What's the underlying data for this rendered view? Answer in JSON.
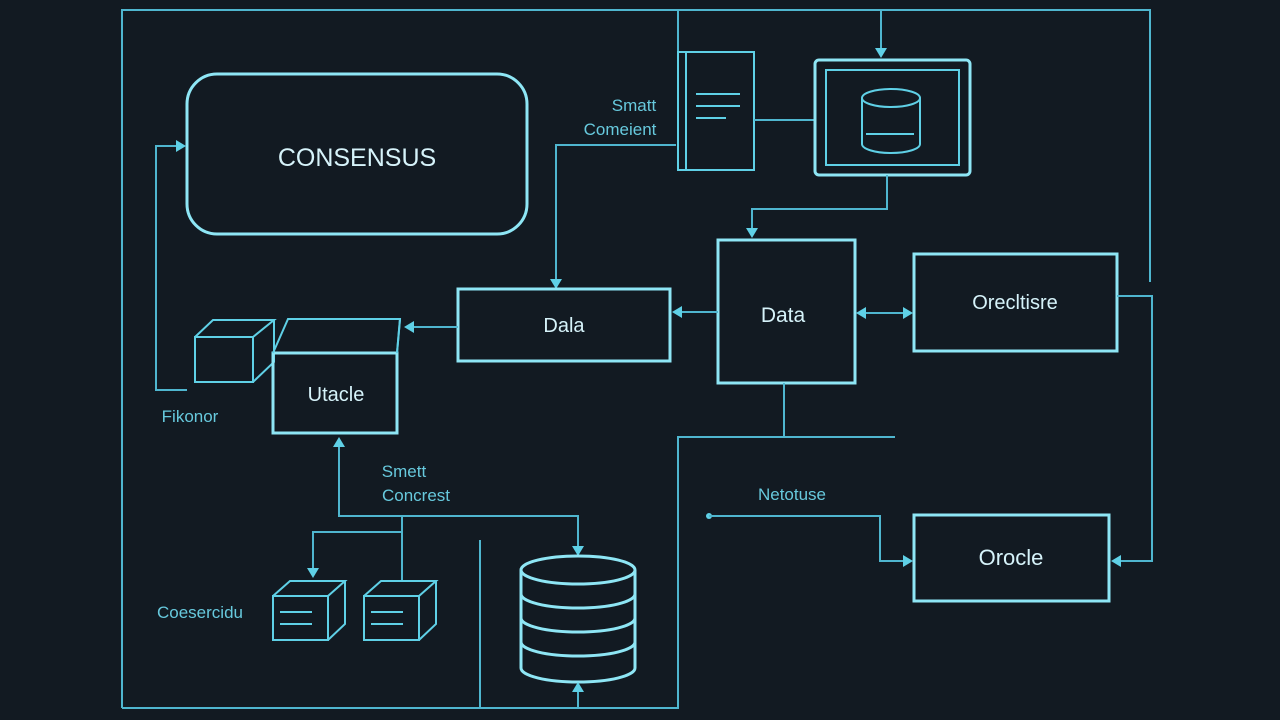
{
  "colors": {
    "background": "#121a22",
    "line": "#4fb6cf",
    "box_stroke": "#8ee6f5",
    "box_text": "#d6f3fa",
    "small_text": "#67c9dd"
  },
  "nodes": {
    "consensus": "CONSENSUS",
    "data_center": "Data",
    "data_middle": "Dala",
    "oracle_right": "Orecltisre",
    "oracle_left": "Utacle",
    "oracle_bottom": "Orocle"
  },
  "labels": {
    "smart_contract_top": [
      "Smatt",
      "Comeient"
    ],
    "smart_contract_mid": [
      "Smett",
      "Concrest"
    ],
    "firmer": "Fikonor",
    "consensus_small": "Coesercidu",
    "network": "Netotuse"
  },
  "icons": [
    "server-icon",
    "monitor-database-icon",
    "cube-icon",
    "database-stack-icon",
    "storage-box-icon"
  ]
}
